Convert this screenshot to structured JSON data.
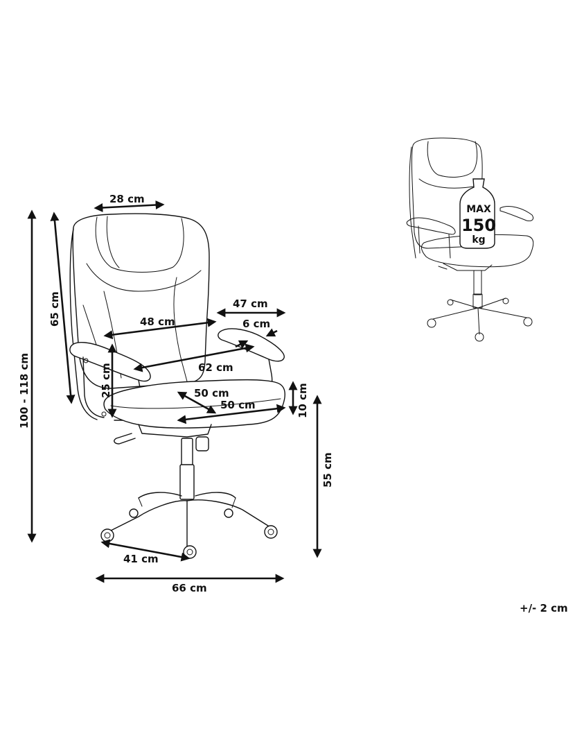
{
  "dimensions": {
    "headrest_width": "28 cm",
    "backrest_height": "65 cm",
    "total_height": "100 - 118 cm",
    "backrest_width": "48 cm",
    "armrest_length": "47 cm",
    "armrest_width": "6 cm",
    "inner_width": "62 cm",
    "armrest_height": "25 cm",
    "seat_depth": "50 cm",
    "seat_width": "50 cm",
    "seat_thickness": "10 cm",
    "seat_height": "55 cm",
    "base_radius": "41 cm",
    "base_width": "66 cm"
  },
  "max_load": {
    "line1": "MAX",
    "line2": "150",
    "line3": "kg"
  },
  "tolerance": "+/- 2 cm"
}
